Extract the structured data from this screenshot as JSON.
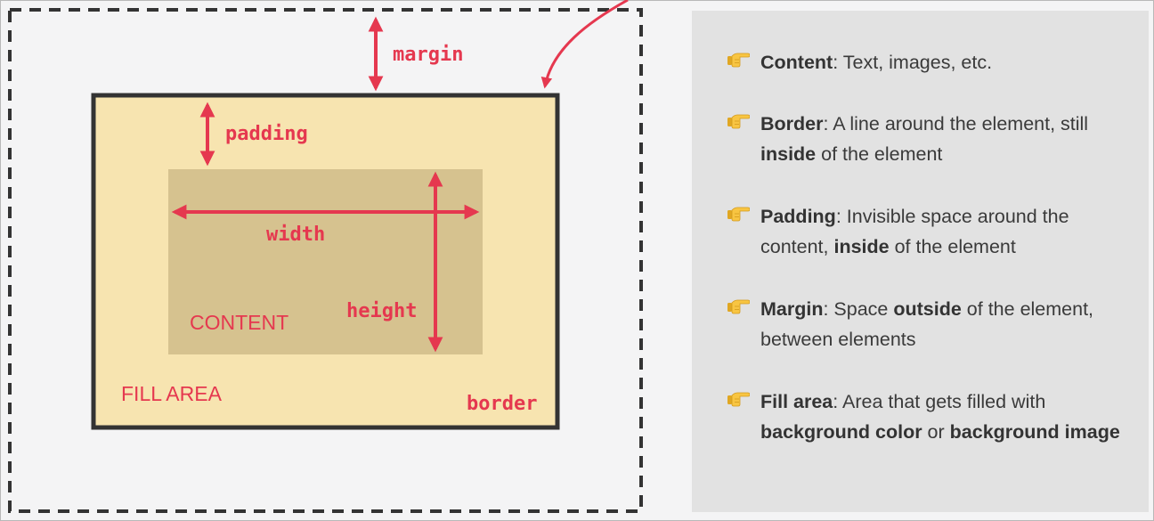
{
  "diagram": {
    "labels": {
      "margin": "margin",
      "padding": "padding",
      "width": "width",
      "height": "height",
      "content": "CONTENT",
      "fill_area": "FILL AREA",
      "border": "border"
    },
    "colors": {
      "accent": "#e5384f",
      "fill_area": "#f7e4b0",
      "content_box": "#d6c28f",
      "border": "#333333",
      "margin_dash": "#333333"
    }
  },
  "panel": {
    "icon": "pointing-hand-icon",
    "items": [
      {
        "term": "Content",
        "desc": ": Text, images, etc."
      },
      {
        "term": "Border",
        "desc_a": ": A line around the element, still ",
        "strong": "inside",
        "desc_b": " of the element"
      },
      {
        "term": "Padding",
        "desc_a": ": Invisible space around the content, ",
        "strong": "inside",
        "desc_b": " of the element"
      },
      {
        "term": "Margin",
        "desc_a": ": Space ",
        "strong": "outside",
        "desc_b": " of the element, between elements"
      },
      {
        "term": "Fill area",
        "desc_a": ": Area that gets filled with ",
        "strong": "background color",
        "desc_b": " or ",
        "strong2": "background image"
      }
    ]
  }
}
